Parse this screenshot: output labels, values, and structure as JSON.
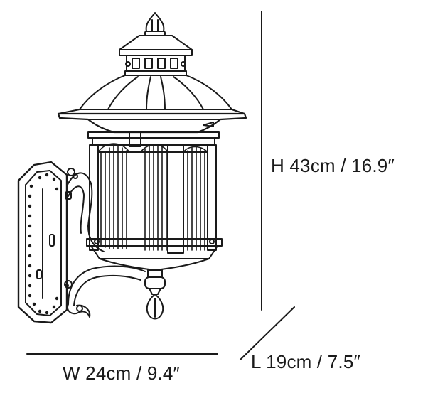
{
  "dimensions": {
    "height": "H 43cm / 16.9″",
    "width": "W 24cm / 9.4″",
    "length": "L 19cm / 7.5″"
  },
  "colors": {
    "line": "#1a1a1a",
    "background": "#ffffff"
  }
}
